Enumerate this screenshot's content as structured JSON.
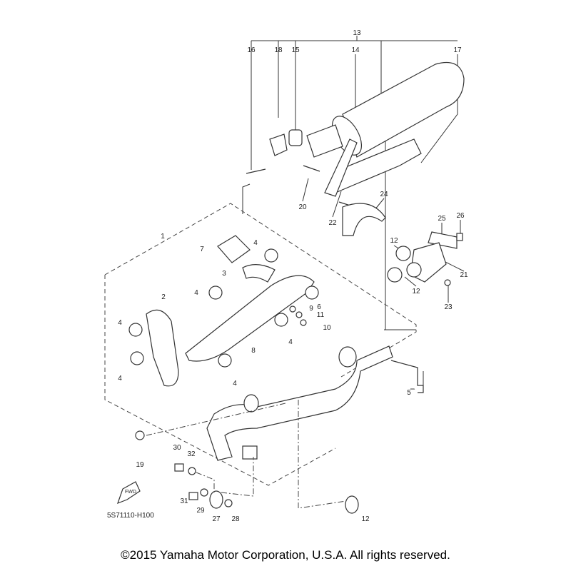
{
  "diagram_code": "5S71110-H100",
  "fwd_label": "FWD",
  "copyright": "©2015 Yamaha Motor Corporation, U.S.A. All rights reserved.",
  "callouts": [
    "13",
    "16",
    "18",
    "15",
    "14",
    "17",
    "20",
    "22",
    "24",
    "25",
    "26",
    "1",
    "7",
    "4",
    "12",
    "21",
    "12",
    "23",
    "3",
    "4",
    "6",
    "2",
    "9",
    "11",
    "10",
    "4",
    "4",
    "8",
    "4",
    "4",
    "5",
    "19",
    "30",
    "32",
    "31",
    "29",
    "27",
    "28",
    "12"
  ]
}
